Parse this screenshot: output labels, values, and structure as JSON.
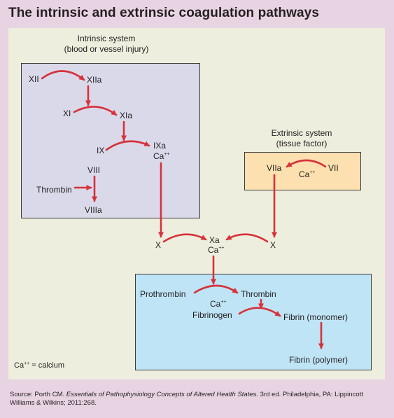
{
  "title": "The intrinsic and extrinsic coagulation pathways",
  "intrinsic": {
    "heading": "Intrinsic system",
    "subheading": "(blood or vessel injury)",
    "factors": {
      "xii": "XII",
      "xiia": "XIIa",
      "xi": "XI",
      "xia": "XIa",
      "ix": "IX",
      "ixa": "IXa",
      "ca": "Ca",
      "viii": "VIII",
      "thrombin": "Thrombin",
      "viiia": "VIIIa"
    }
  },
  "extrinsic": {
    "heading": "Extrinsic system",
    "subheading": "(tissue factor)",
    "factors": {
      "viia": "VIIa",
      "ca": "Ca",
      "vii": "VII"
    }
  },
  "convergence": {
    "x_left": "X",
    "xa": "Xa",
    "ca": "Ca",
    "x_right": "X"
  },
  "common": {
    "prothrombin": "Prothrombin",
    "thrombin": "Thrombin",
    "ca": "Ca",
    "fibrinogen": "Fibrinogen",
    "fibrin_monomer": "Fibrin (monomer)",
    "fibrin_polymer": "Fibrin (polymer)"
  },
  "ion_superscript": "++",
  "legend": {
    "symbol": "Ca",
    "text": " = calcium"
  },
  "source": {
    "prefix": "Source: Porth CM. ",
    "book": "Essentials of Pathophysiology Concepts of Altered Health States.",
    "suffix": " 3rd ed. Philadelphia, PA: Lippincott Williams & Wilkins; 2011:268."
  },
  "colors": {
    "background": "#e8d3e3",
    "panel": "#edeedd",
    "intrinsic_box": "#d9d9ea",
    "extrinsic_box": "#fde0b0",
    "common_box": "#bfe4f5",
    "arrow": "#d6323a"
  }
}
